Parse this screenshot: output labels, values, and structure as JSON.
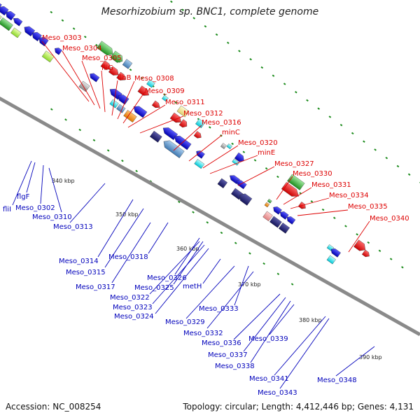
{
  "title": "Mesorhizobium sp. BNC1, complete genome",
  "accession": "Accession: NC_008254",
  "summary": "Topology: circular; Length: 4,412,446 bp; Genes: 4,131",
  "colors": {
    "top_label": "#dd0000",
    "bottom_label": "#0000bb",
    "backbone": "#8a8a8a",
    "tick": "#1a8a1a"
  },
  "scale_labels": [
    "340 kbp",
    "350 kbp",
    "360 kbp",
    "370 kbp",
    "380 kbp",
    "390 kbp"
  ],
  "top_labels": [
    "Meso_0303",
    "Meso_0304",
    "Meso_0305",
    "fliG",
    "flhB",
    "Meso_0308",
    "Meso_0309",
    "Meso_0311",
    "Meso_0312",
    "Meso_0316",
    "minC",
    "Meso_0320",
    "minE",
    "Meso_0327",
    "Meso_0330",
    "Meso_0331",
    "Meso_0334",
    "Meso_0335",
    "Meso_0340"
  ],
  "bottom_labels": [
    "flgF",
    "fliI",
    "Meso_0302",
    "Meso_0310",
    "Meso_0313",
    "Meso_0314",
    "Meso_0315",
    "Meso_0317",
    "Meso_0318",
    "Meso_0326",
    "Meso_0325",
    "Meso_0322",
    "Meso_0323",
    "Meso_0324",
    "metH",
    "Meso_0333",
    "Meso_0329",
    "Meso_0332",
    "Meso_0336",
    "Meso_0337",
    "Meso_0338",
    "Meso_0339",
    "Meso_0341",
    "Meso_0343",
    "Meso_0348"
  ]
}
